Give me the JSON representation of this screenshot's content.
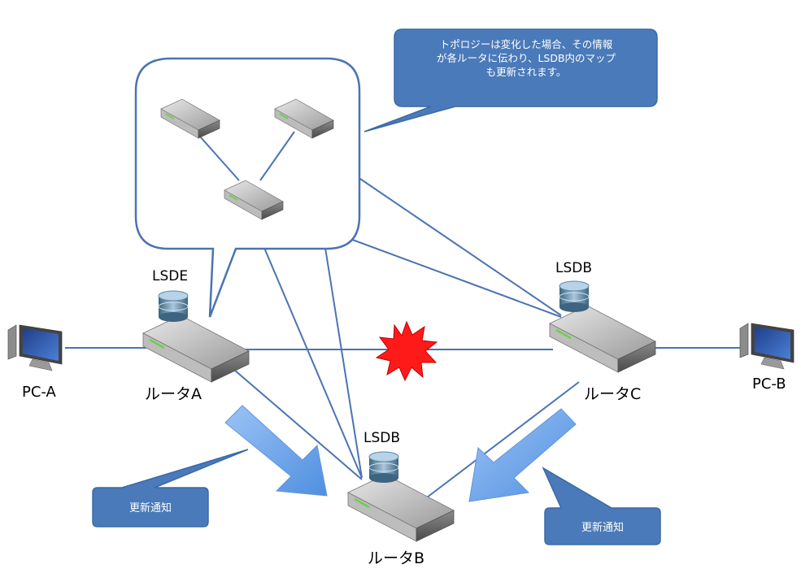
{
  "diagram": {
    "callout_main": {
      "lines": [
        "トポロジーは変化した場合、その情報",
        "が各ルータに伝わり、LSDB内のマップ",
        "も更新されます。"
      ]
    },
    "pcs": {
      "left": "PC-A",
      "right": "PC-B"
    },
    "routers": {
      "a": "ルータA",
      "b": "ルータB",
      "c": "ルータC"
    },
    "lsdb": {
      "a": "LSDE",
      "b": "LSDB",
      "c": "LSDB"
    },
    "notes": {
      "left": "更新通知",
      "right": "更新通知"
    },
    "colors": {
      "link": "#4a74b2",
      "callout": "#4a7ab9",
      "arrow": "#6b9fe6",
      "burst": "#ff1a1a"
    }
  }
}
